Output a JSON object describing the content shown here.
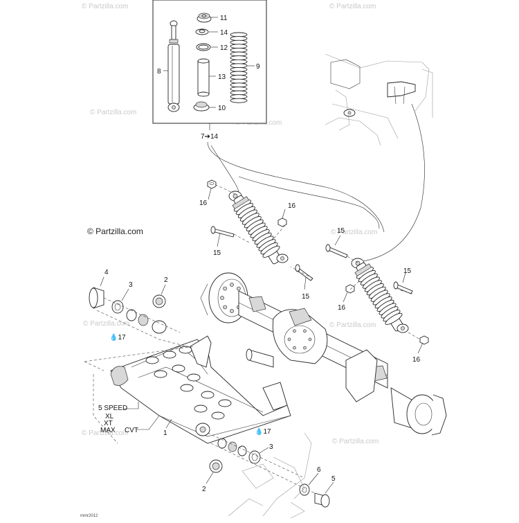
{
  "watermark": {
    "text": "© Partzilla.com",
    "brand": "© Partzilla.com"
  },
  "callouts": {
    "n1": "1",
    "n2": "2",
    "n3": "3",
    "n4": "4",
    "n5": "5",
    "n6": "6",
    "n8": "8",
    "n9": "9",
    "n10": "10",
    "n11": "11",
    "n12": "12",
    "n13": "13",
    "n14": "14",
    "n15": "15",
    "n16": "16",
    "n17": "17",
    "range": "7➔14"
  },
  "variants": {
    "line1": "5 SPEED",
    "line2": "XL",
    "line3": "XT",
    "line4": "MAX",
    "line5": "CVT"
  },
  "footer_code": "mmr2012"
}
